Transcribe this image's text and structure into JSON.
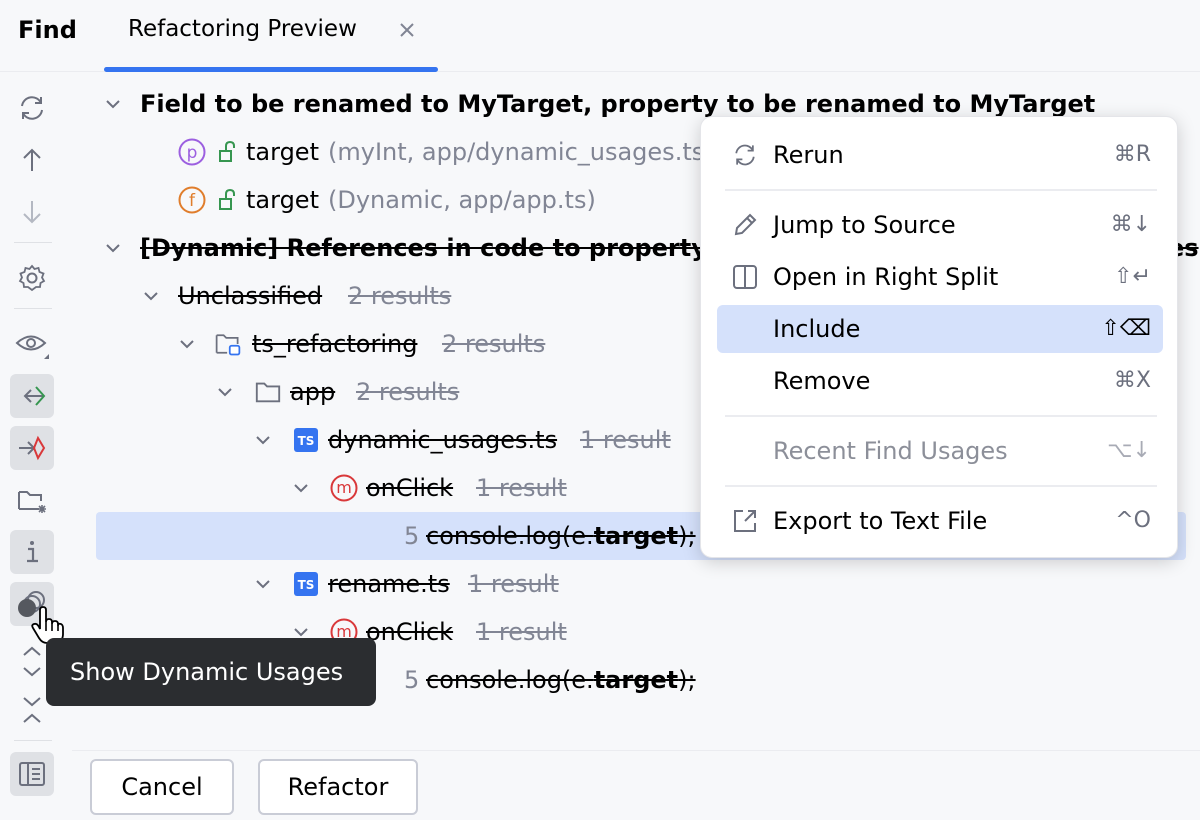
{
  "header": {
    "find_label": "Find",
    "tab_label": "Refactoring Preview"
  },
  "tree": {
    "rows": [
      {
        "name": "Field to be renamed to MyTarget, property to be renamed to MyTarget"
      },
      {
        "name": "target",
        "detail": "(myInt, app/dynamic_usages.ts)"
      },
      {
        "name": "target",
        "detail": "(Dynamic, app/app.ts)"
      },
      {
        "name": "[Dynamic] References in code to property target",
        "suffix": "es"
      },
      {
        "name": "Unclassified",
        "count": "2 results"
      },
      {
        "name": "ts_refactoring",
        "count": "2 results"
      },
      {
        "name": "app",
        "count": "2 results"
      },
      {
        "name": "dynamic_usages.ts",
        "count": "1 result"
      },
      {
        "name": "onClick",
        "count": "1 result"
      },
      {
        "line": "5",
        "code_pre": "console.log(e.",
        "code_bold": "target",
        "code_post": ");"
      },
      {
        "name": "rename.ts",
        "count": "1 result"
      },
      {
        "name": "onClick",
        "count": "1 result"
      },
      {
        "line": "5",
        "code_pre": "console.log(e.",
        "code_bold": "target",
        "code_post": ");"
      }
    ],
    "badges": {
      "property": "p",
      "field": "f",
      "method": "m",
      "ts": "TS"
    }
  },
  "menu": {
    "items": [
      {
        "label": "Rerun",
        "shortcut": "⌘R",
        "icon": "rerun-icon"
      },
      {
        "label": "Jump to Source",
        "shortcut": "⌘↓",
        "icon": "pencil-icon"
      },
      {
        "label": "Open in Right Split",
        "shortcut": "⇧↵",
        "icon": "split-icon"
      },
      {
        "label": "Include",
        "shortcut": "⇧⌫",
        "icon": ""
      },
      {
        "label": "Remove",
        "shortcut": "⌘X",
        "icon": ""
      },
      {
        "label": "Recent Find Usages",
        "shortcut": "⌥↓",
        "icon": ""
      },
      {
        "label": "Export to Text File",
        "shortcut": "^O",
        "icon": "export-icon"
      }
    ]
  },
  "tooltip": {
    "text": "Show Dynamic Usages"
  },
  "buttons": {
    "cancel": "Cancel",
    "refactor": "Refactor"
  },
  "colors": {
    "accent": "#3574f0",
    "selection": "#d5e1fb",
    "property_badge": "#9c5fe0",
    "field_badge": "#e07d2b",
    "method_badge": "#d9383a",
    "ts_badge": "#3574f0"
  }
}
